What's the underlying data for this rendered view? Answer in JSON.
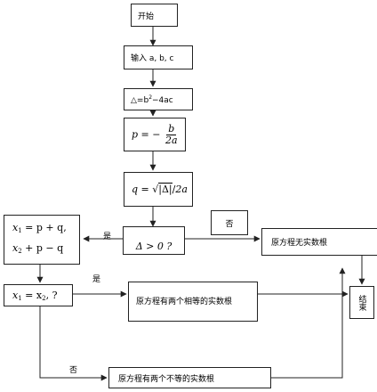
{
  "nodes": {
    "start": "开始",
    "input": "输入 a, b, c",
    "delta_a": "△=b",
    "delta_exp": "2",
    "delta_b": "−4ac",
    "p_lhs": "p",
    "p_eq": " = −",
    "p_num": "b",
    "p_den": "2a",
    "q_lhs": "q",
    "q_eq": " = √",
    "q_abs": "|Δ|",
    "q_den": "2a",
    "decision": "Δ > 0 ?",
    "no_roots": "原方程无实数根",
    "roots_x1a": "x",
    "roots_x1b": " = p + q,",
    "roots_x2a": "x",
    "roots_x2b": " + p − q",
    "sub1": "1",
    "sub2": "2",
    "eq_a": "x",
    "eq_b": " = x",
    "eq_c": ", ?",
    "equal_roots": "原方程有两个相等的实数根",
    "unequal_roots": "原方程有两个不等的实数根",
    "end": "结束"
  },
  "edge_labels": {
    "yes_1": "是",
    "no_1": "否",
    "yes_2": "是",
    "no_2": "否"
  }
}
